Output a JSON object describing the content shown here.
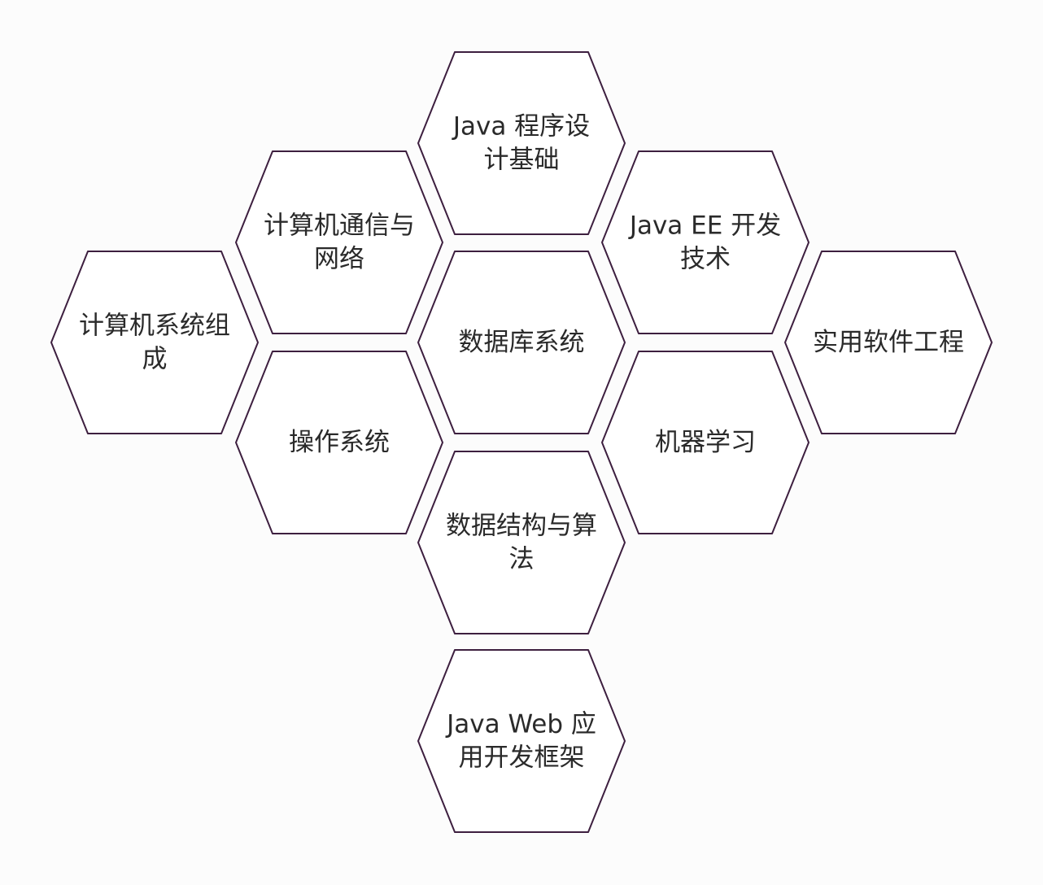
{
  "diagram": {
    "colors": {
      "hex_stroke": "#3d1f3f",
      "hex_fill": "#ffffff",
      "text": "#2a2a2a",
      "background": "#fcfcfc"
    },
    "cells": [
      {
        "id": "java-basics",
        "lines": [
          "Java 程序设",
          "计基础"
        ]
      },
      {
        "id": "network",
        "lines": [
          "计算机通信与",
          "网络"
        ]
      },
      {
        "id": "java-ee",
        "lines": [
          "Java EE 开发",
          "技术"
        ]
      },
      {
        "id": "computer-org",
        "lines": [
          "计算机系统组",
          "成"
        ]
      },
      {
        "id": "database",
        "lines": [
          "数据库系统"
        ]
      },
      {
        "id": "software-eng",
        "lines": [
          "实用软件工程"
        ]
      },
      {
        "id": "os",
        "lines": [
          "操作系统"
        ]
      },
      {
        "id": "ml",
        "lines": [
          "机器学习"
        ]
      },
      {
        "id": "ds-algo",
        "lines": [
          "数据结构与算",
          "法"
        ]
      },
      {
        "id": "java-web",
        "lines": [
          "Java Web 应",
          "用开发框架"
        ]
      }
    ]
  }
}
